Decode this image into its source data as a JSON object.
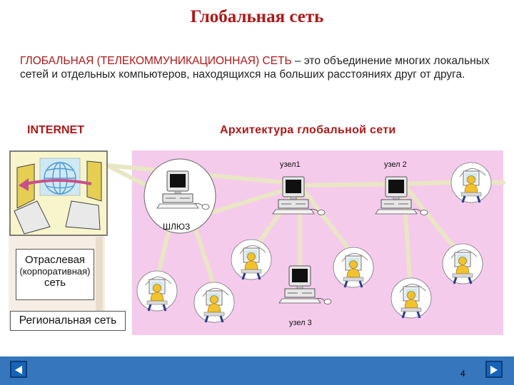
{
  "title": "Глобальная  сеть",
  "definition": {
    "term": "ГЛОБАЛЬНАЯ  (ТЕЛЕКОММУНИКАЦИОННАЯ)  СЕТЬ",
    "text": " – это объединение многих локальных сетей и отдельных компьютеров, находящихся на больших расстояниях друг от друга."
  },
  "labels": {
    "internet": "INTERNET",
    "architecture": "Архитектура  глобальной  сети",
    "gateway": "ШЛЮЗ",
    "node1": "узел1",
    "node2": "узел 2",
    "node3": "узел 3"
  },
  "networks": {
    "industry": {
      "line1": "Отраслевая",
      "line2": "(корпоративная)",
      "line3": "сеть"
    },
    "regional": "Региональная сеть"
  },
  "footer": {
    "page_number": "4",
    "prev_icon": "left-triangle-icon",
    "next_icon": "right-triangle-icon"
  },
  "colors": {
    "title": "#b01818",
    "panel": "#f5cbec",
    "footer": "#3576bd",
    "line": "#e9e6c4"
  }
}
